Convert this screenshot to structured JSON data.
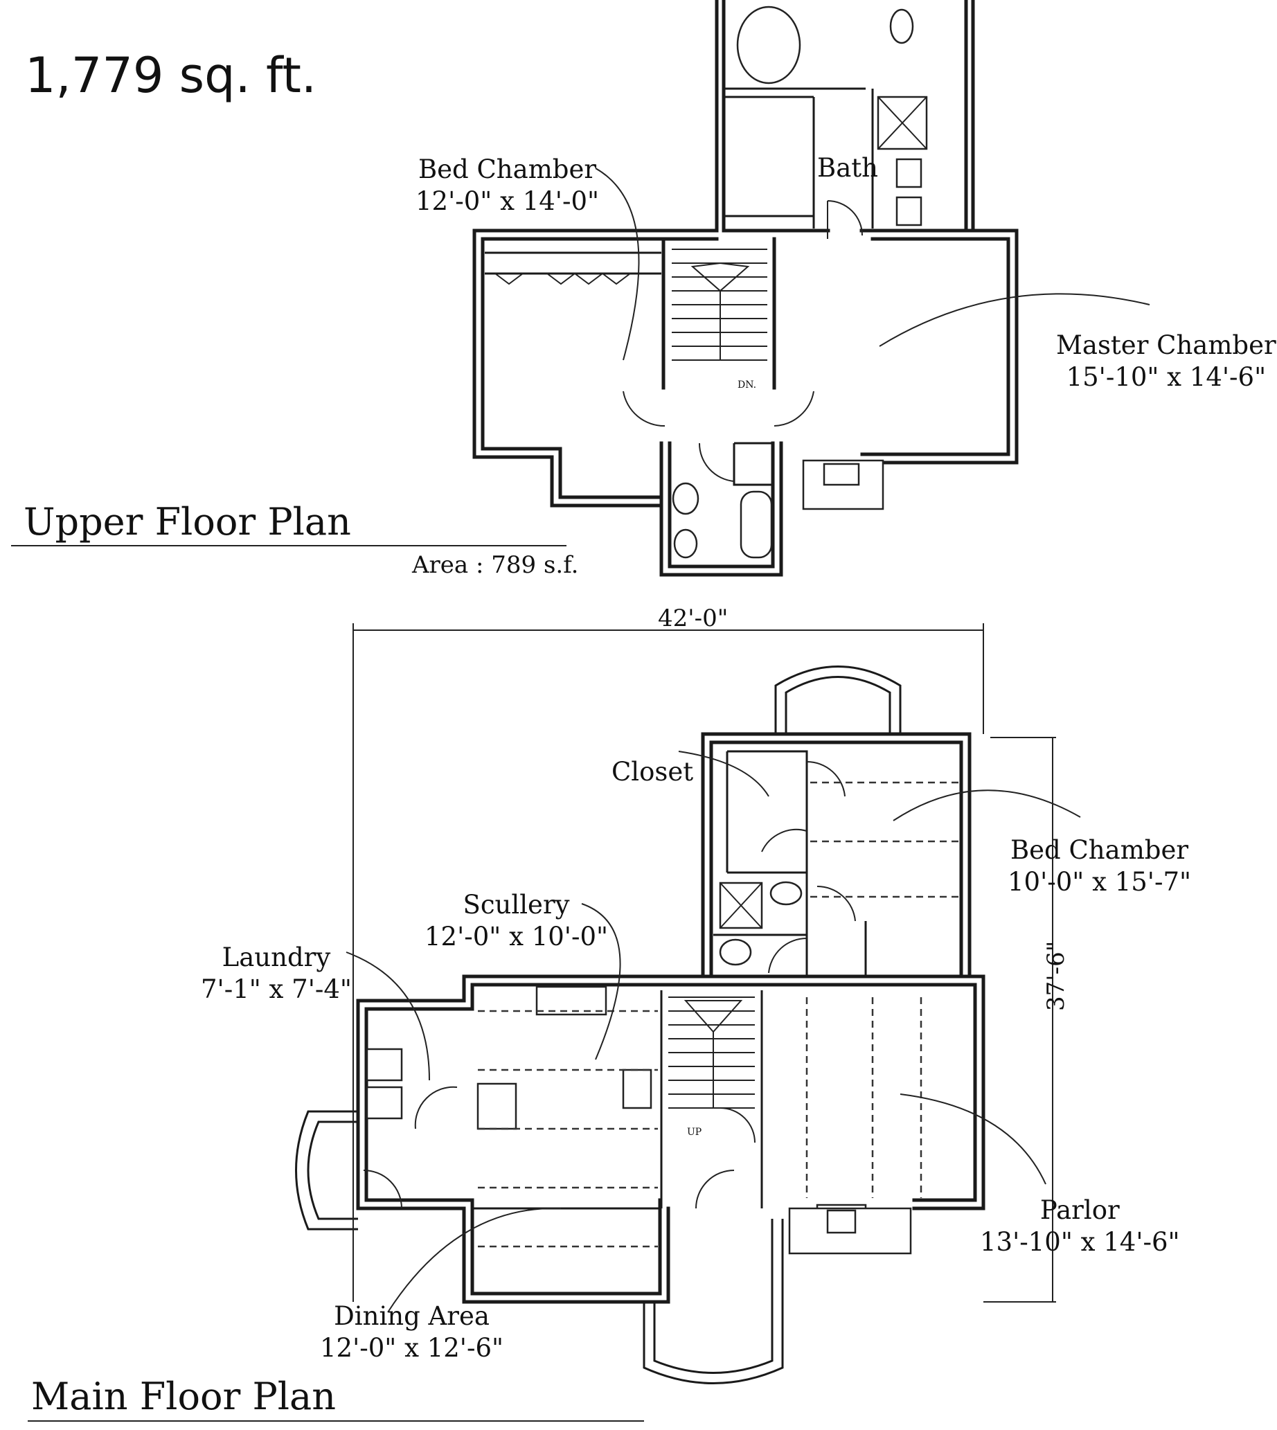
{
  "total_area": "1,779 sq. ft.",
  "upper": {
    "title": "Upper Floor Plan",
    "area": "Area : 789 s.f.",
    "rooms": [
      {
        "name": "Bed Chamber",
        "size": "12'-0\" x 14'-0\""
      },
      {
        "name": "Bath",
        "size": ""
      },
      {
        "name": "Master Chamber",
        "size": "15'-10\" x 14'-6\""
      }
    ],
    "stair_label": "DN."
  },
  "main": {
    "title": "Main Floor Plan",
    "width_dim": "42'-0\"",
    "depth_dim": "37'-6\"",
    "stair_label": "UP",
    "rooms": [
      {
        "name": "Closet",
        "size": ""
      },
      {
        "name": "Bed Chamber",
        "size": "10'-0\" x 15'-7\""
      },
      {
        "name": "Scullery",
        "size": "12'-0\" x 10'-0\""
      },
      {
        "name": "Laundry",
        "size": "7'-1\" x 7'-4\""
      },
      {
        "name": "Parlor",
        "size": "13'-10\" x 14'-6\""
      },
      {
        "name": "Dining Area",
        "size": "12'-0\" x 12'-6\""
      }
    ]
  }
}
